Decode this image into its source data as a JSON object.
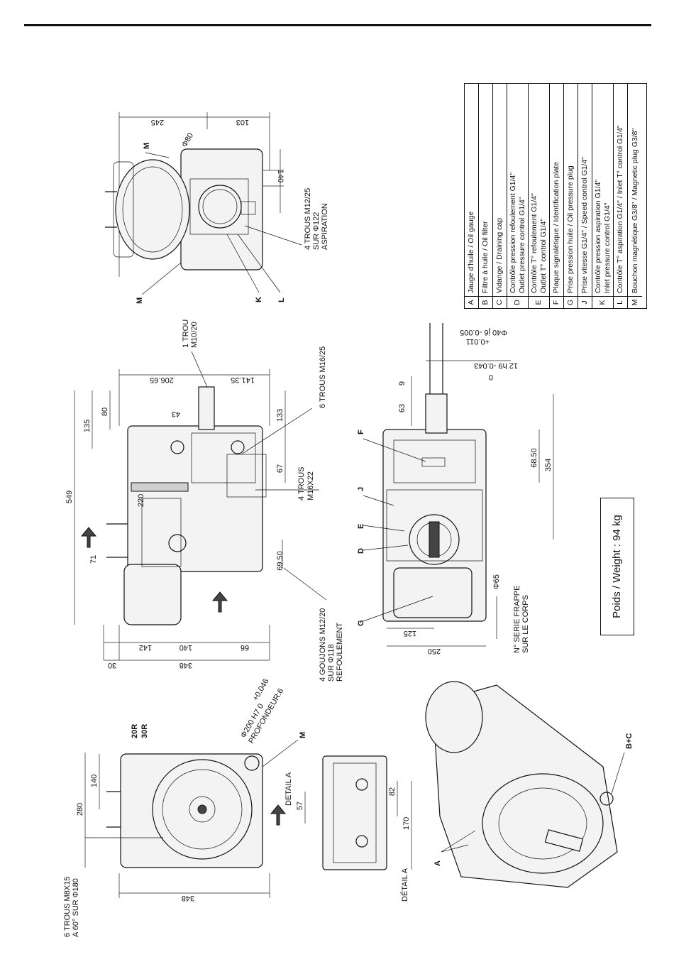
{
  "title": "",
  "legend": {
    "rows": [
      {
        "key": "A",
        "lines": [
          "Jauge d'huile / Oil gauge"
        ]
      },
      {
        "key": "B",
        "lines": [
          "Filtre à huile / Oil filter"
        ]
      },
      {
        "key": "C",
        "lines": [
          "Vidange / Draining cap"
        ]
      },
      {
        "key": "D",
        "lines": [
          "Contrôle pression refoulement G1/4\"",
          "Outlet pressure control G1/4\""
        ]
      },
      {
        "key": "E",
        "lines": [
          "Contrôle T° refoulement G1/4\"",
          "Outlet T° control G1/4\""
        ]
      },
      {
        "key": "F",
        "lines": [
          "Plaque signalétique / Identification plate"
        ]
      },
      {
        "key": "G",
        "lines": [
          "Prise pression huile / Oil pressure plug"
        ]
      },
      {
        "key": "J",
        "lines": [
          "Prise vitesse G1/4\" / Speed control G1/4\""
        ]
      },
      {
        "key": "K",
        "lines": [
          "Contrôle pression aspiration G1/4\"",
          "Inlet pressure control G1/4\""
        ]
      },
      {
        "key": "L",
        "lines": [
          "Contrôle T° aspiration G1/4\" / Inlet T° control G1/4\""
        ]
      },
      {
        "key": "M",
        "lines": [
          "Bouchon magnétique G3/8\" / Magnetic plug G3/8\""
        ]
      }
    ]
  },
  "weight": "Poids / Weight : 94 kg",
  "top_view": {
    "dim_245": "245",
    "dim_103": "103",
    "dim_140": "140",
    "dim_phi80": "Φ80",
    "holes_line1": "4 TROUS M12/25",
    "holes_line2": "SUR Φ122",
    "holes_line3": "ASPIRATION",
    "label_M_top": "M",
    "label_M_bottom": "M",
    "label_K": "K",
    "label_L": "L"
  },
  "side_view": {
    "dim_549": "549",
    "dim_135": "135",
    "dim_80": "80",
    "dim_220": "220",
    "dim_71": "71",
    "dim_206_65": "206.65",
    "dim_141_35": "141.35",
    "dim_43": "43",
    "dim_133": "133",
    "dim_67": "67",
    "dim_69_50": "69.50",
    "dim_142": "142",
    "dim_140": "140",
    "dim_66": "66",
    "dim_30": "30",
    "dim_348": "348",
    "one_hole_line1": "1 TROU",
    "one_hole_line2": "M10/20",
    "six_holes": "6 TROUS M16/25",
    "four_holes_line1": "4 TROUS",
    "four_holes_line2": "M16X22",
    "studs_line1": "4 GOUJONS M12/20",
    "studs_line2": "SUR Φ118",
    "studs_line3": "REFOULEMENT"
  },
  "rear_view": {
    "dim_phi40": "Φ40 j6 -0.005",
    "dim_phi40_tol": "+0.011",
    "dim_12h9": "12 h9 -0.043",
    "dim_12h9_tol": "0",
    "dim_9": "9",
    "dim_63": "63",
    "dim_68_50": "68.50",
    "dim_354": "354",
    "dim_phi65": "Φ65",
    "dim_125": "125",
    "dim_250": "250",
    "serial_line1": "N° SERIE FRAPPE",
    "serial_line2": "SUR LE CORPS",
    "label_F": "F",
    "label_J": "J",
    "label_E": "E",
    "label_D": "D",
    "label_G": "G"
  },
  "front_view": {
    "holes_line1": "6 TROUS M8X15",
    "holes_line2": "A 60° SUR Φ180",
    "dim_280": "280",
    "dim_140": "140",
    "dim_348": "348",
    "dim_phi200": "Φ200 H7  0",
    "dim_phi200_tol": "+0.046",
    "depth": "PROFONDEUR:6",
    "model_20r": "20R",
    "model_30r": "30R",
    "detail_label": "DETAIL A",
    "label_M": "M"
  },
  "detail_view": {
    "dim_57": "57",
    "dim_82": "82",
    "dim_170": "170",
    "title": "DÉTAIL A"
  },
  "iso_view": {
    "label_A": "A",
    "label_BC": "B+C"
  }
}
